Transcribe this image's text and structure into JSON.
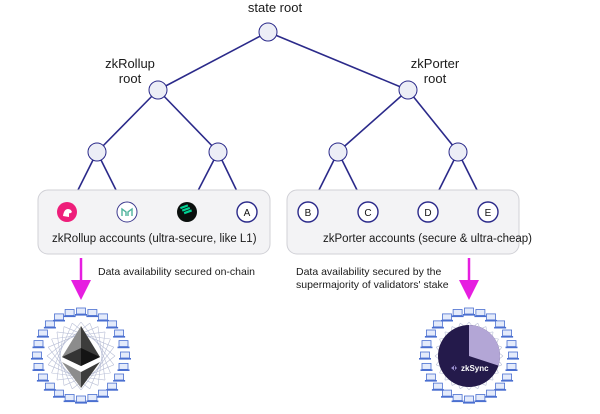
{
  "diagram": {
    "title": "state root",
    "colors": {
      "edge": "#2b2a8a",
      "node_fill": "#eceef6",
      "node_stroke": "#2b2a8a",
      "arrow": "#e61ee0",
      "group_bg": "#f3f3f5",
      "zksync_dark": "#241a4b",
      "zksync_light": "#b3a6d6"
    },
    "nodes": {
      "state_root": {
        "label": "state root"
      },
      "zkrollup_root": {
        "label": "zkRollup\nroot",
        "line1": "zkRollup",
        "line2": "root"
      },
      "zkporter_root": {
        "label": "zkPorter\nroot",
        "line1": "zkPorter",
        "line2": "root"
      }
    },
    "zkrollup_group": {
      "label": "zkRollup accounts (ultra-secure, like L1)",
      "accounts": [
        {
          "icon": "uniswap-unicorn-icon",
          "label": ""
        },
        {
          "icon": "maker-logo-icon",
          "label": ""
        },
        {
          "icon": "compound-logo-icon",
          "label": ""
        },
        {
          "icon": "account-letter",
          "label": "A"
        }
      ]
    },
    "zkporter_group": {
      "label": "zkPorter accounts (secure & ultra-cheap)",
      "accounts": [
        {
          "label": "B"
        },
        {
          "label": "C"
        },
        {
          "label": "D"
        },
        {
          "label": "E"
        }
      ]
    },
    "left_note": "Data availability secured on-chain",
    "right_note_line1": "Data availability secured by the",
    "right_note_line2": "supermajority of validators' stake",
    "left_network": {
      "center": "ethereum-logo-icon",
      "validator_count": 24
    },
    "right_network": {
      "center": "zksync-stake-pie",
      "brand": "zkSync",
      "validator_count": 24,
      "minority_share": 0.3
    }
  }
}
